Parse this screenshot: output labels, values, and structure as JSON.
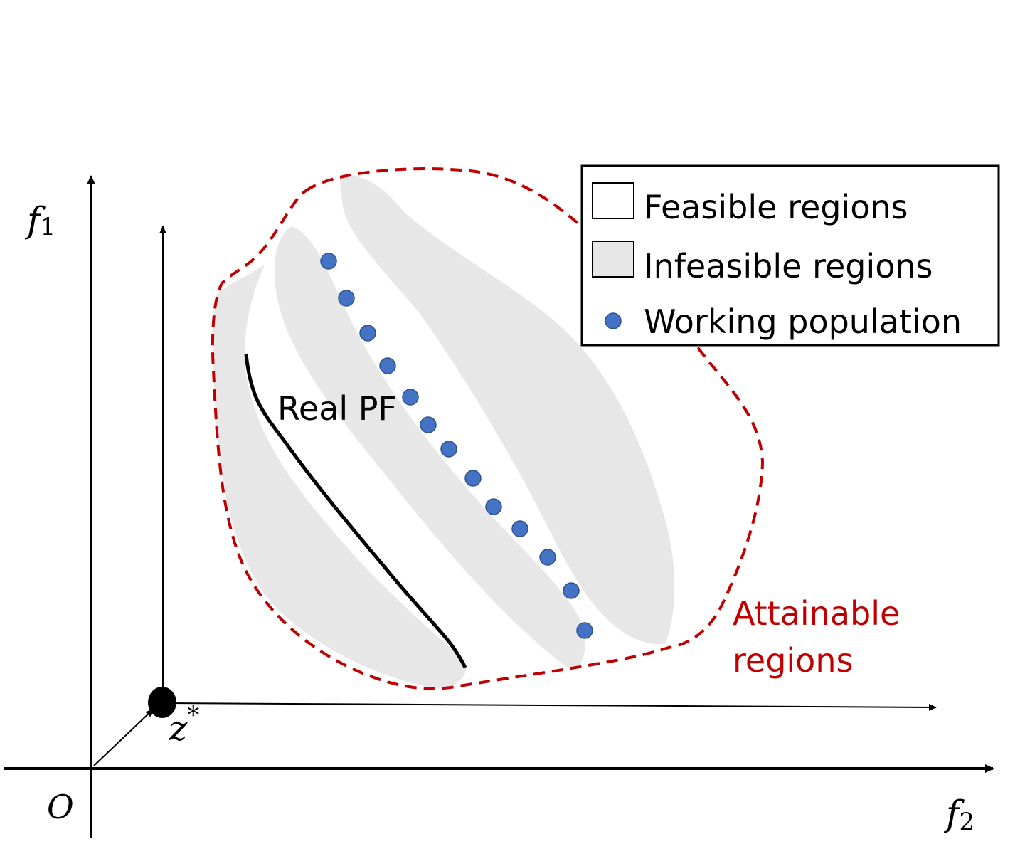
{
  "axes": {
    "y_label": "f",
    "y_label_sub": "1",
    "x_label": "f",
    "x_label_sub": "2",
    "origin_label": "O",
    "ideal_point_label": "z",
    "ideal_point_sup": "*"
  },
  "labels": {
    "real_pf": "Real PF",
    "attainable_line1": "Attainable",
    "attainable_line2": "regions"
  },
  "legend": {
    "items": [
      {
        "label": "Feasible regions",
        "swatch": "feasible"
      },
      {
        "label": "Infeasible regions",
        "swatch": "infeasible"
      },
      {
        "label": "Working population",
        "swatch": "dot"
      }
    ]
  },
  "colors": {
    "attainable_border": "#c00000",
    "infeasible_fill": "#e7e7e7",
    "population_dot": "#4472c4",
    "population_dot_stroke": "#2f528f",
    "axis": "#000000"
  }
}
